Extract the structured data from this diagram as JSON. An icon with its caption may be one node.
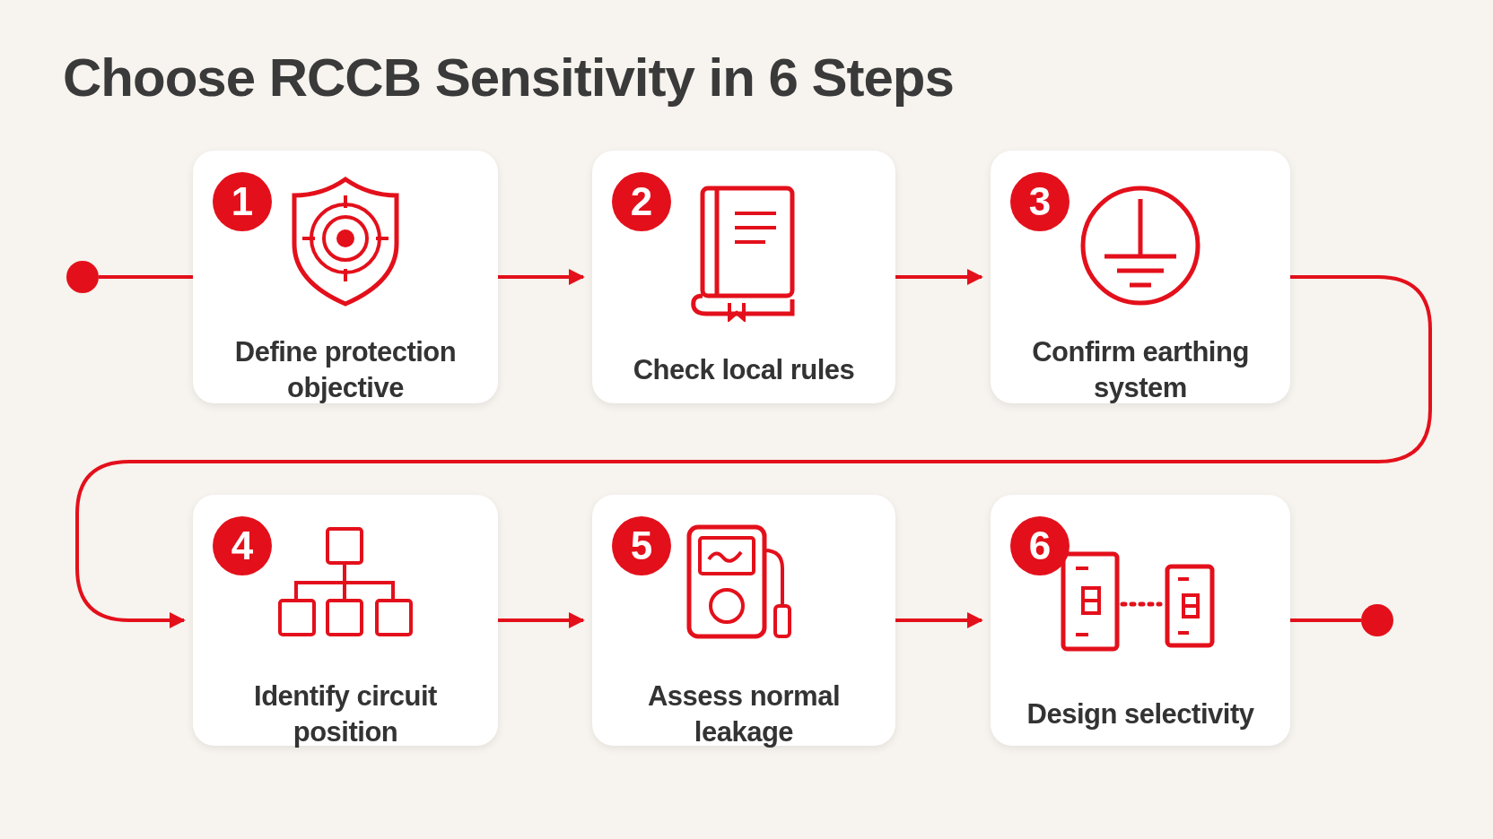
{
  "diagram": {
    "title": "Choose RCCB Sensitivity in 6 Steps",
    "nodes": [
      {
        "text": [],
        "shape": "circle"
      },
      {
        "text": [
          "1",
          "Define protection objective"
        ]
      },
      {
        "text": [
          "2",
          "Check local rules"
        ]
      },
      {
        "text": [
          "3",
          "Confirm earthing system"
        ]
      },
      {
        "text": [
          "4",
          "Identify circuit position"
        ]
      },
      {
        "text": [
          "5",
          "Assess normal leakage"
        ]
      },
      {
        "text": [
          "6",
          "Design selectivity"
        ]
      },
      {
        "text": [],
        "shape": "circle"
      }
    ],
    "edges": [
      {
        "from": 0,
        "to": 1,
        "arrow": "none"
      },
      {
        "from": 1,
        "to": 2,
        "arrow": "to"
      },
      {
        "from": 2,
        "to": 3,
        "arrow": "to"
      },
      {
        "from": 3,
        "to": 4,
        "arrow": "to"
      },
      {
        "from": 4,
        "to": 5,
        "arrow": "to"
      },
      {
        "from": 5,
        "to": 6,
        "arrow": "to"
      },
      {
        "from": 6,
        "to": 7,
        "arrow": "none"
      }
    ]
  }
}
